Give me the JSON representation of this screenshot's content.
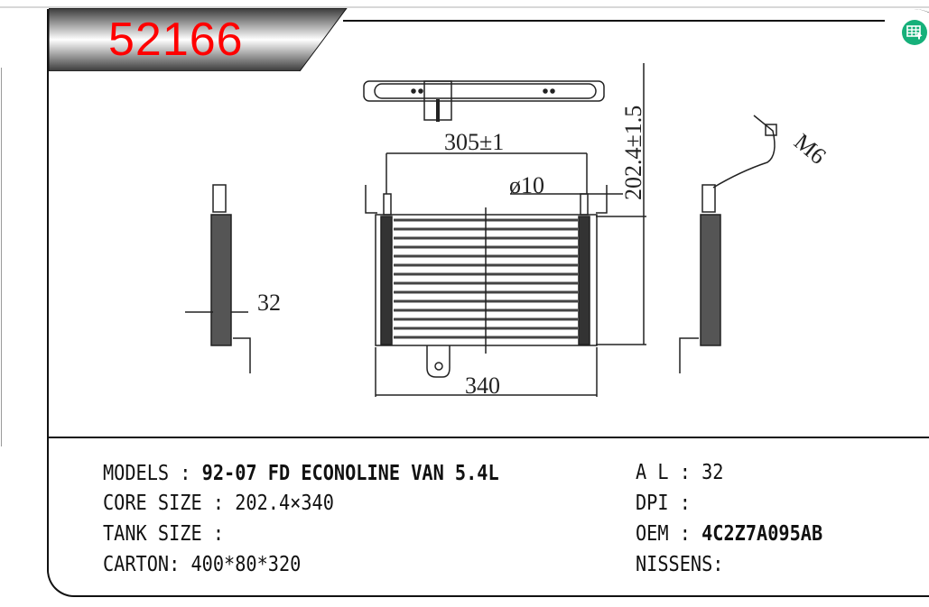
{
  "part_number": "52166",
  "dimensions": {
    "pipe_spacing": "305±1",
    "pipe_diameter": "ø10",
    "core_height": "202.4±1.5",
    "core_width": "340",
    "thickness": "32",
    "thread": "M6"
  },
  "specs_left": [
    {
      "label": "MODELS : ",
      "value": "92-07 FD ECONOLINE VAN 5.4L"
    },
    {
      "label": "CORE SIZE : ",
      "value": "202.4×340"
    },
    {
      "label": "TANK SIZE : ",
      "value": ""
    },
    {
      "label": "CARTON: ",
      "value": "400*80*320"
    }
  ],
  "specs_right": [
    {
      "label": "A L : ",
      "value": "32"
    },
    {
      "label": "DPI : ",
      "value": ""
    },
    {
      "label": "OEM : ",
      "value": "4C2Z7A095AB"
    },
    {
      "label": "NISSENS:",
      "value": ""
    }
  ],
  "colors": {
    "part_number": "#ff0000",
    "excel_badge": "#16b07a"
  }
}
